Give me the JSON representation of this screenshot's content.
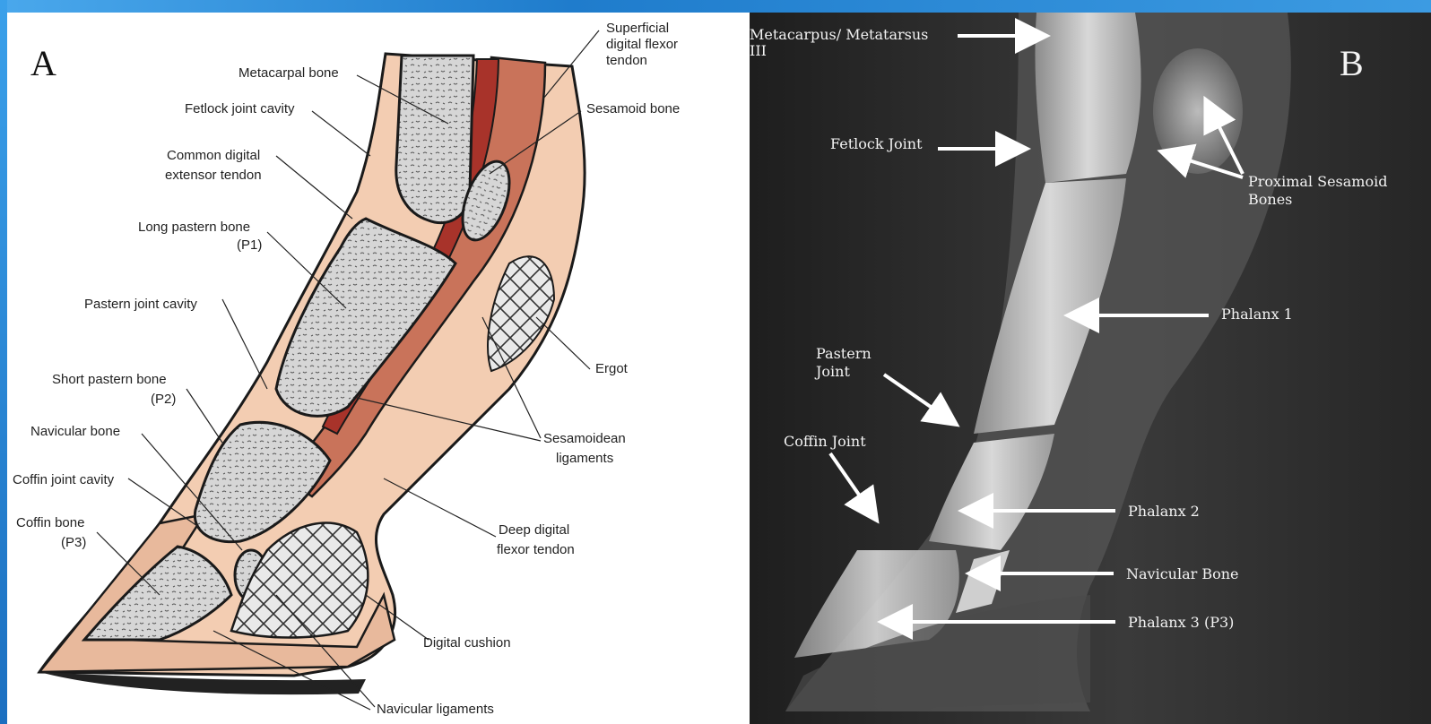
{
  "panel_a": {
    "letter": "A",
    "labels": {
      "superficial_1": "Superficial",
      "superficial_2": "digital flexor",
      "superficial_3": "tendon",
      "metacarpal": "Metacarpal bone",
      "sesamoid": "Sesamoid bone",
      "fetlock_cavity": "Fetlock joint cavity",
      "common_1": "Common digital",
      "common_2": "extensor tendon",
      "long_pastern_1": "Long pastern bone",
      "long_pastern_2": "(P1)",
      "pastern_cavity": "Pastern joint cavity",
      "ergot": "Ergot",
      "short_pastern_1": "Short pastern bone",
      "short_pastern_2": "(P2)",
      "navicular": "Navicular bone",
      "sesamoidean_1": "Sesamoidean",
      "sesamoidean_2": "ligaments",
      "coffin_cavity": "Coffin joint cavity",
      "coffin_bone_1": "Coffin bone",
      "coffin_bone_2": "(P3)",
      "deep_1": "Deep digital",
      "deep_2": "flexor tendon",
      "cushion": "Digital cushion",
      "navicular_lig": "Navicular ligaments"
    }
  },
  "panel_b": {
    "letter": "B",
    "labels": {
      "metacarpus_1": "Metacarpus/ Metatarsus",
      "metacarpus_2": "III",
      "fetlock": "Fetlock Joint",
      "sesamoid_1": "Proximal Sesamoid",
      "sesamoid_2": "Bones",
      "phalanx1": "Phalanx 1",
      "pastern_1": "Pastern",
      "pastern_2": "Joint",
      "coffin": "Coffin Joint",
      "phalanx2": "Phalanx 2",
      "navicular": "Navicular Bone",
      "phalanx3": "Phalanx 3 (P3)"
    }
  },
  "colors": {
    "skin": "#f3cdb2",
    "tendon": "#c9735a",
    "tendon_dark": "#a8332a",
    "bone": "#d4d4d4",
    "xray_bg": "#2c2c2c"
  }
}
